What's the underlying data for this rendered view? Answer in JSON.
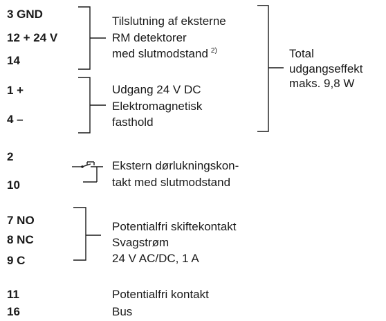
{
  "terminals": {
    "gnd": "3 GND",
    "v24": "12 + 24 V",
    "t14": "14",
    "plus": "1 +",
    "minus": "4 –",
    "t2": "2",
    "t10": "10",
    "no": "7 NO",
    "nc": "8 NC",
    "c": "9 C",
    "t11": "11",
    "t16": "16"
  },
  "descriptions": {
    "rm_line1": "Tilslutning af eksterne",
    "rm_line2": "RM detektorer",
    "rm_line3": "med slutmodstand",
    "rm_footnote": "2)",
    "out_line1": "Udgang 24 V DC",
    "out_line2": "Elektromagnetisk",
    "out_line3": "fasthold",
    "door_line1": "Ekstern dørlukningskon-",
    "door_line2": "takt med slutmodstand",
    "relay_line1": "Potentialfri skiftekontakt",
    "relay_line2": "Svagstrøm",
    "relay_line3": "24 V AC/DC, 1 A",
    "free_contact": "Potentialfri kontakt",
    "bus": "Bus"
  },
  "total": {
    "line1": "Total",
    "line2": "udgangseffekt",
    "line3": "maks. 9,8 W"
  }
}
